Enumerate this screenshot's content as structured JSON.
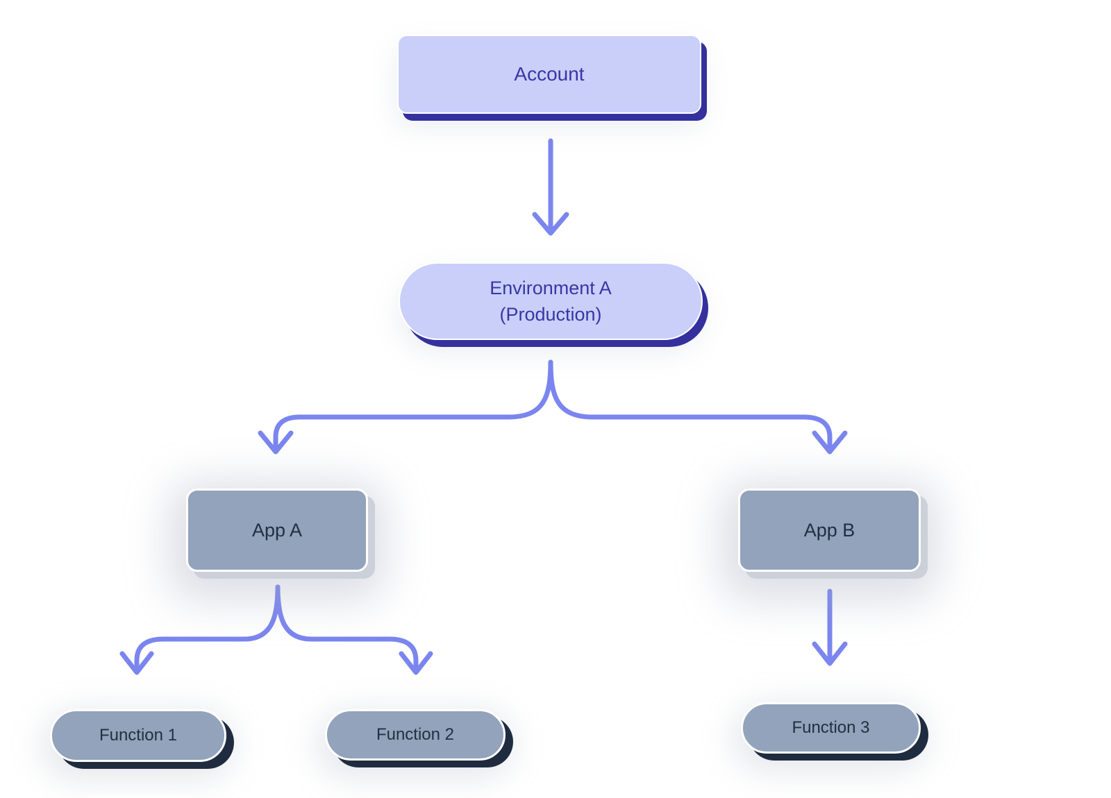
{
  "diagram": {
    "nodes": {
      "account": {
        "label": "Account",
        "shape": "rounded-rect",
        "style": "lavender"
      },
      "environment": {
        "label": "Environment A\n(Production)",
        "shape": "pill",
        "style": "lavender"
      },
      "app_a": {
        "label": "App A",
        "shape": "rounded-rect",
        "style": "slate"
      },
      "app_b": {
        "label": "App B",
        "shape": "rounded-rect",
        "style": "slate"
      },
      "function_1": {
        "label": "Function 1",
        "shape": "pill",
        "style": "slate"
      },
      "function_2": {
        "label": "Function 2",
        "shape": "pill",
        "style": "slate"
      },
      "function_3": {
        "label": "Function 3",
        "shape": "pill",
        "style": "slate"
      }
    },
    "edges": [
      {
        "from": "account",
        "to": "environment"
      },
      {
        "from": "environment",
        "to": "app_a"
      },
      {
        "from": "environment",
        "to": "app_b"
      },
      {
        "from": "app_a",
        "to": "function_1"
      },
      {
        "from": "app_a",
        "to": "function_2"
      },
      {
        "from": "app_b",
        "to": "function_3"
      }
    ],
    "colors": {
      "background": "#ffffff",
      "arrow": "#7b85ef",
      "lavender_fill": "#c9cff9",
      "lavender_shadow": "#34309e",
      "indigo_text": "#3a35a6",
      "slate_fill": "#92a3bb",
      "slate_text": "#232e42",
      "app_shadow": "#ccd0d9",
      "function_shadow": "#1f2b3f",
      "node_border": "#ffffff"
    }
  }
}
